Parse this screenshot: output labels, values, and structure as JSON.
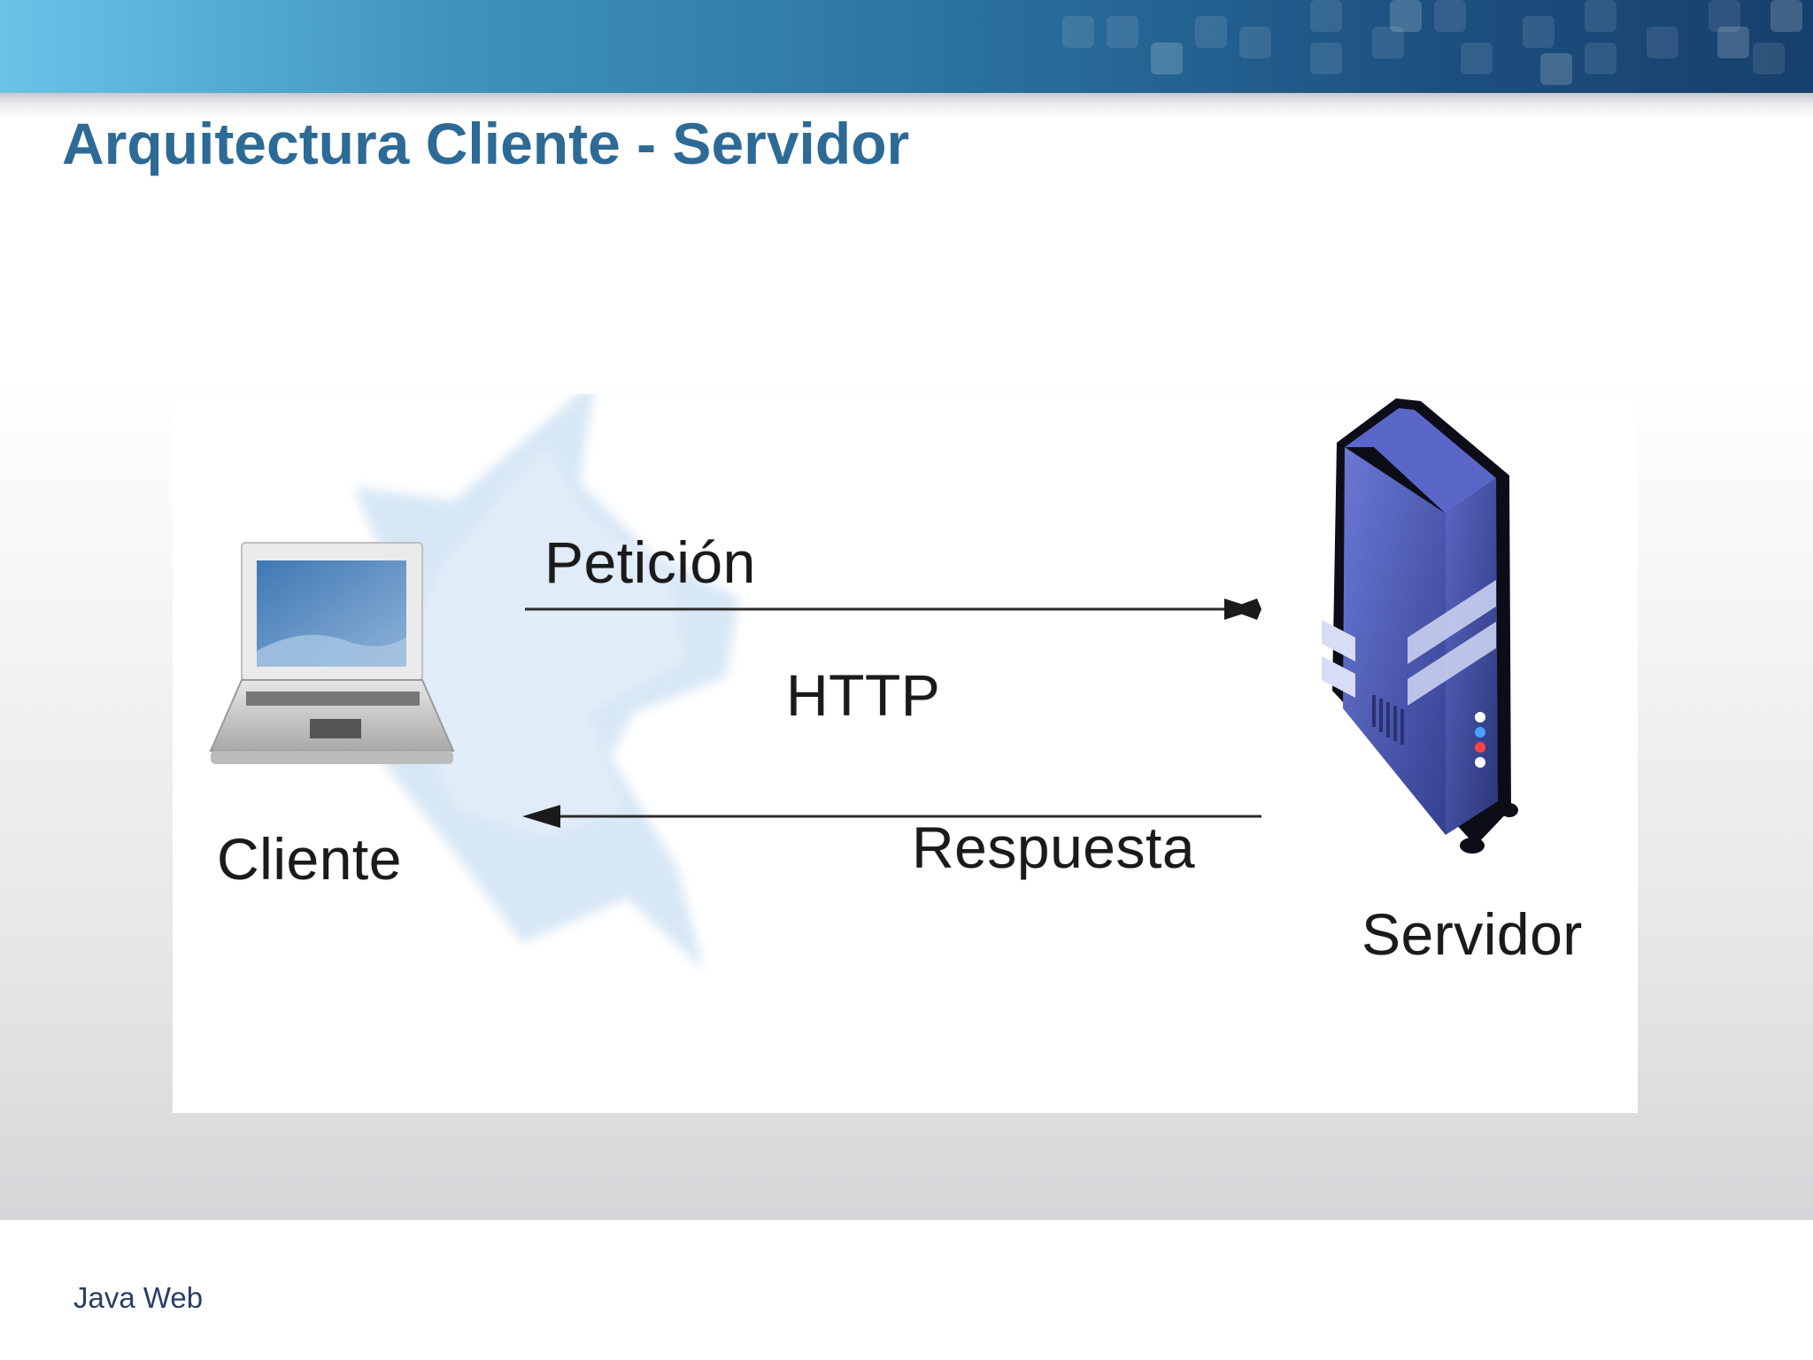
{
  "slide": {
    "title": "Arquitectura Cliente - Servidor",
    "footer": "Java Web"
  },
  "diagram": {
    "client_label": "Cliente",
    "server_label": "Servidor",
    "request_label": "Petición",
    "protocol_label": "HTTP",
    "response_label": "Respuesta"
  },
  "colors": {
    "title": "#2d6a96",
    "banner_start": "#69c4e8",
    "banner_end": "#173f6c",
    "cloud": "#dbe9f7",
    "server_body": "#4a58b8",
    "laptop_screen": "#5a8ec2"
  },
  "icons": [
    "laptop-icon",
    "server-tower-icon",
    "network-cloud-icon",
    "arrow-right-icon",
    "arrow-left-icon"
  ]
}
